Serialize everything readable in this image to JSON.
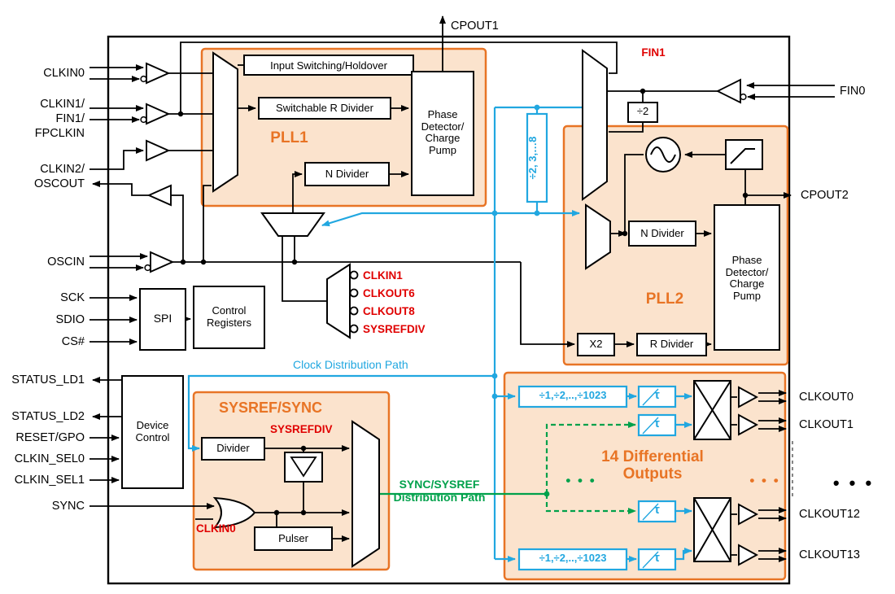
{
  "colors": {
    "block_border_orange": "#e87425",
    "block_fill_peach": "#fbe3cd",
    "clock_path_cyan": "#21a7e0",
    "sync_path_green": "#00a14b",
    "signal_red": "#e00000"
  },
  "pins": {
    "top": "CPOUT1",
    "left": [
      "CLKIN0",
      "CLKIN1/",
      "FIN1/",
      "FPCLKIN",
      "CLKIN2/",
      "OSCOUT",
      "OSCIN",
      "SCK",
      "SDIO",
      "CS#",
      "STATUS_LD1",
      "STATUS_LD2",
      "RESET/GPO",
      "CLKIN_SEL0",
      "CLKIN_SEL1",
      "SYNC"
    ],
    "right": [
      "FIN0",
      "CPOUT2",
      "CLKOUT0",
      "CLKOUT1",
      "CLKOUT12",
      "CLKOUT13"
    ]
  },
  "pll1": {
    "title": "PLL1",
    "input_switching": "Input Switching/Holdover",
    "r_divider": "Switchable R Divider",
    "phase_detector": "Phase Detector/ Charge Pump",
    "n_divider": "N Divider"
  },
  "pll2": {
    "title": "PLL2",
    "fin1": "FIN1",
    "fin_divider": "÷2",
    "n_divider": "N Divider",
    "phase_detector": "Phase Detector/ Charge Pump",
    "x2": "X2",
    "r_divider": "R Divider"
  },
  "serial": {
    "spi": "SPI",
    "control_registers": "Control Registers"
  },
  "device_control": "Device Control",
  "sysref": {
    "title": "SYSREF/SYNC",
    "divider": "Divider",
    "sysrefdiv": "SYSREFDIV",
    "pulser": "Pulser",
    "clkin0": "CLKIN0"
  },
  "feedback_taps": [
    "CLKIN1",
    "CLKOUT6",
    "CLKOUT8",
    "SYSREFDIV"
  ],
  "distribution": {
    "vco_divider": "÷2, 3,…8",
    "clock_path_label": "Clock Distribution Path",
    "sync_path_label": "SYNC/SYSREF Distribution Path",
    "output_divider": "÷1,÷2,..,÷1023",
    "delay": "τ",
    "outputs_title": "14 Differential Outputs",
    "ellipsis": "• • •"
  }
}
